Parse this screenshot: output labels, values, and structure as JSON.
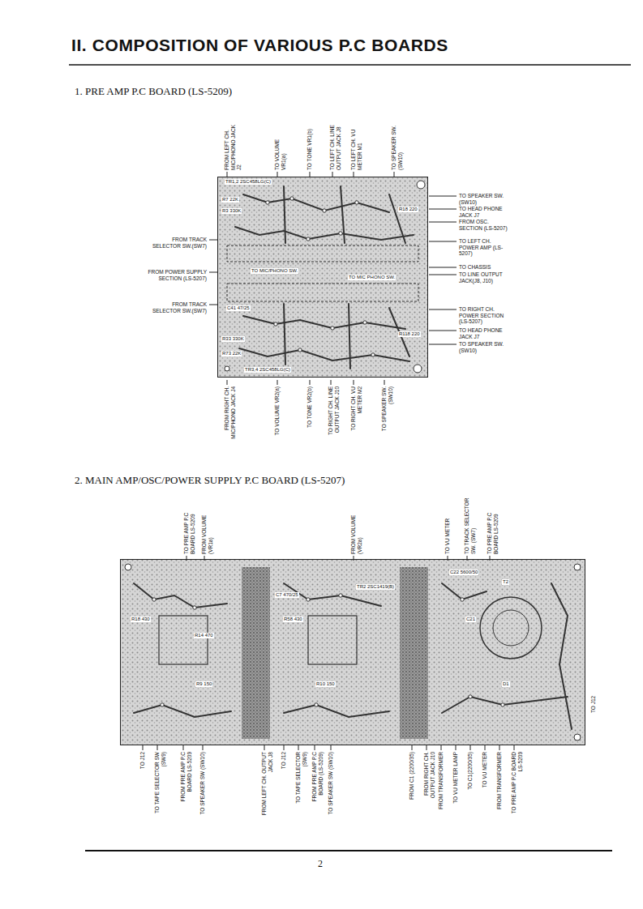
{
  "diagram": {
    "title": "II. COMPOSITION OF VARIOUS P.C BOARDS",
    "nodes": [
      {
        "text": [
          "TO MIC/PHONO SW.",
          "TO MIC PHONO SW.",
          "TR1,2 2SC458LG(C)",
          "R7 22K",
          "R3 330K",
          "R18 220",
          "C41 47/25",
          "R33 330K",
          "R73 22K",
          "R118 220",
          "TR3,4 2SC458LG(C)"
        ]
      },
      {
        "text": [
          "R18 430",
          "R14 470",
          "R9 150",
          "C7 470/25",
          "R58 430",
          "R10 150",
          "TR2 2SC1419(B)",
          "C22 5600/50",
          "T2",
          "C21",
          "D1"
        ]
      }
    ],
    "labels": [
      "1. PRE AMP P.C BOARD (LS-5209)",
      "FROM LEFT CH. MIC/PHONO JACK J2",
      "TO VOLUME VR1(a)",
      "TO TONE VR1(b)",
      "TO LEFT CH. LINE OUTPUT JACK J8",
      "TO LEFT CH. VU METER M1",
      "TO SPEAKER SW. (SW10)",
      "TO SPEAKER SW. (SW10)",
      "TO HEAD PHONE JACK J7",
      "FROM OSC. SECTION (LS-5207)",
      "TO LEFT CH. POWER AMP (LS-5207)",
      "TO CHASSIS",
      "TO LINE OUTPUT JACK(J8, J10)",
      "TO RIGHT CH. POWER SECTION (LS-5207)",
      "TO HEAD PHONE JACK J7",
      "TO SPEAKER SW. (SW10)",
      "FROM TRACK SELECTOR SW.(SW7)",
      "FROM POWER SUPPLY SECTION (LS-5207)",
      "FROM TRACK SELECTOR SW.(SW7)",
      "FROM RIGHT CH. MIC/PHONO JACK J4",
      "TO VOLUME VR2(a)",
      "TO TONE VR2(b)",
      "TO RIGHT CH. LINE OUTPUT JACK J10",
      "TO RIGHT CH. VU METER M2",
      "TO SPEAKER SW. (SW10)",
      "2. MAIN AMP/OSC/POWER SUPPLY P.C BOARD (LS-5207)",
      "TO PRE AMP P.C BOARD LS-5209",
      "FROM VOLUME (VR1a)",
      "FROM VOLUME (VR2a)",
      "TO VU METER",
      "TO TRACK SELECTOR SW. (SW7)",
      "TO PRE AMP P.C BOARD LS-5209",
      "TO J12",
      "TO J12",
      "TO TAPE SELECTOR SW (SW9)",
      "FROM PRE AMP P.C BOARD LS-5209",
      "TO SPEAKER SW (SW10)",
      "FROM LEFT CH. OUTPUT JACK J8",
      "TO J12",
      "TO TAPE SELECTOR (SW9)",
      "FROM PRE AMP P.C BOARD (LS-5209)",
      "TO SPEAKER SW (SW10)",
      "FROM C1 (2200/35)",
      "FROM RIGHT CH. OUTPUT JACK J10",
      "FROM TRANSFORMER",
      "TO VU METER LAMP",
      "TO C1(2200/35)",
      "TO VU METER",
      "FROM TRANSFORMER",
      "TO PRE AMP P.C BOARD LS-5209",
      "2"
    ]
  }
}
